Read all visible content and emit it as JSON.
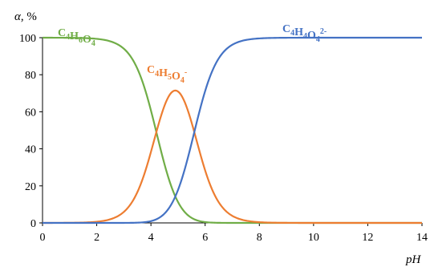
{
  "chart_data": {
    "type": "line",
    "title": "",
    "xlabel": "pH",
    "ylabel_symbol": "α",
    "ylabel_unit": ", %",
    "xlim": [
      0,
      14
    ],
    "ylim": [
      0,
      100
    ],
    "x_ticks": [
      0,
      2,
      4,
      6,
      8,
      10,
      12,
      14
    ],
    "y_ticks": [
      0,
      20,
      40,
      60,
      80,
      100
    ],
    "grid": false,
    "legend": "none",
    "pKa": [
      4.2,
      5.6
    ],
    "x": [
      0,
      1,
      2,
      3,
      3.5,
      4,
      4.2,
      4.5,
      4.9,
      5.3,
      5.6,
      6,
      6.5,
      7,
      8,
      9,
      10,
      12,
      14
    ],
    "series": [
      {
        "name": "C4H6O4",
        "formula": [
          {
            "t": "C",
            "sub": "4"
          },
          {
            "t": "H",
            "sub": "6"
          },
          {
            "t": "O",
            "sub": "4"
          }
        ],
        "color": "#70ad47",
        "values": [
          100,
          99.9,
          99.4,
          94.0,
          82.8,
          60.8,
          49.5,
          28.3,
          10.3,
          3.3,
          1.2,
          0.3,
          0,
          0,
          0,
          0,
          0,
          0,
          0
        ]
      },
      {
        "name": "C4H5O4-",
        "formula": [
          {
            "t": "C",
            "sub": "4"
          },
          {
            "t": "H",
            "sub": "5"
          },
          {
            "t": "O",
            "sub": "4",
            "sup": "-"
          }
        ],
        "color": "#ed7d31",
        "values": [
          0,
          0.1,
          0.6,
          5.9,
          16.5,
          38.3,
          47.6,
          67.3,
          71.0,
          57.3,
          39.4,
          20.4,
          7.4,
          2.5,
          0.3,
          0,
          0,
          0,
          0
        ]
      },
      {
        "name": "C4H4O4 2-",
        "formula": [
          {
            "t": "C",
            "sub": "4"
          },
          {
            "t": "H",
            "sub": "4"
          },
          {
            "t": "O",
            "sub": "4",
            "sup": "2-"
          }
        ],
        "color": "#4472c4",
        "values": [
          0,
          0,
          0,
          0.1,
          0.7,
          1.0,
          2.9,
          4.4,
          18.7,
          39.4,
          59.4,
          79.3,
          92.6,
          97.5,
          99.7,
          100,
          100,
          100,
          100
        ]
      }
    ]
  }
}
